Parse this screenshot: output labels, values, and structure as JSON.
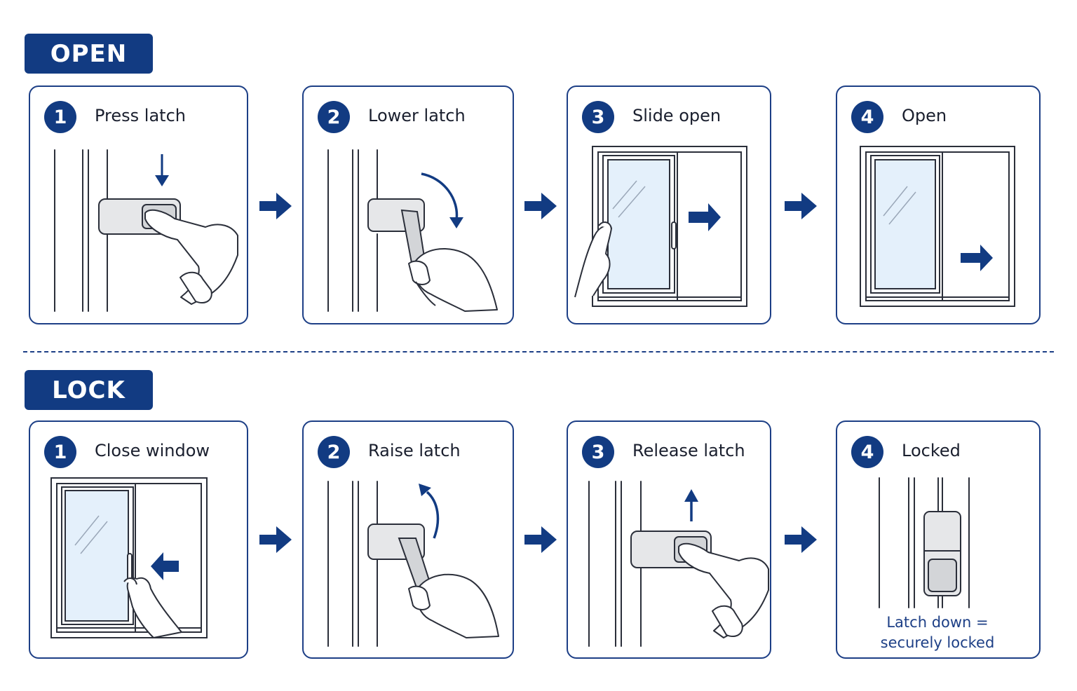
{
  "colors": {
    "accent": "#123b82",
    "outline": "#1d3f86",
    "glass": "#e4f0fb",
    "ink": "#1a1f2e"
  },
  "sections": {
    "open": {
      "title": "OPEN",
      "steps": [
        {
          "number": "1",
          "label": "Press latch"
        },
        {
          "number": "2",
          "label": "Lower latch"
        },
        {
          "number": "3",
          "label": "Slide open"
        },
        {
          "number": "4",
          "label": "Open"
        }
      ]
    },
    "lock": {
      "title": "LOCK",
      "steps": [
        {
          "number": "1",
          "label": "Close window"
        },
        {
          "number": "2",
          "label": "Raise latch"
        },
        {
          "number": "3",
          "label": "Release latch"
        },
        {
          "number": "4",
          "label": "Locked",
          "caption_line1": "Latch down =",
          "caption_line2": "securely locked"
        }
      ]
    }
  }
}
